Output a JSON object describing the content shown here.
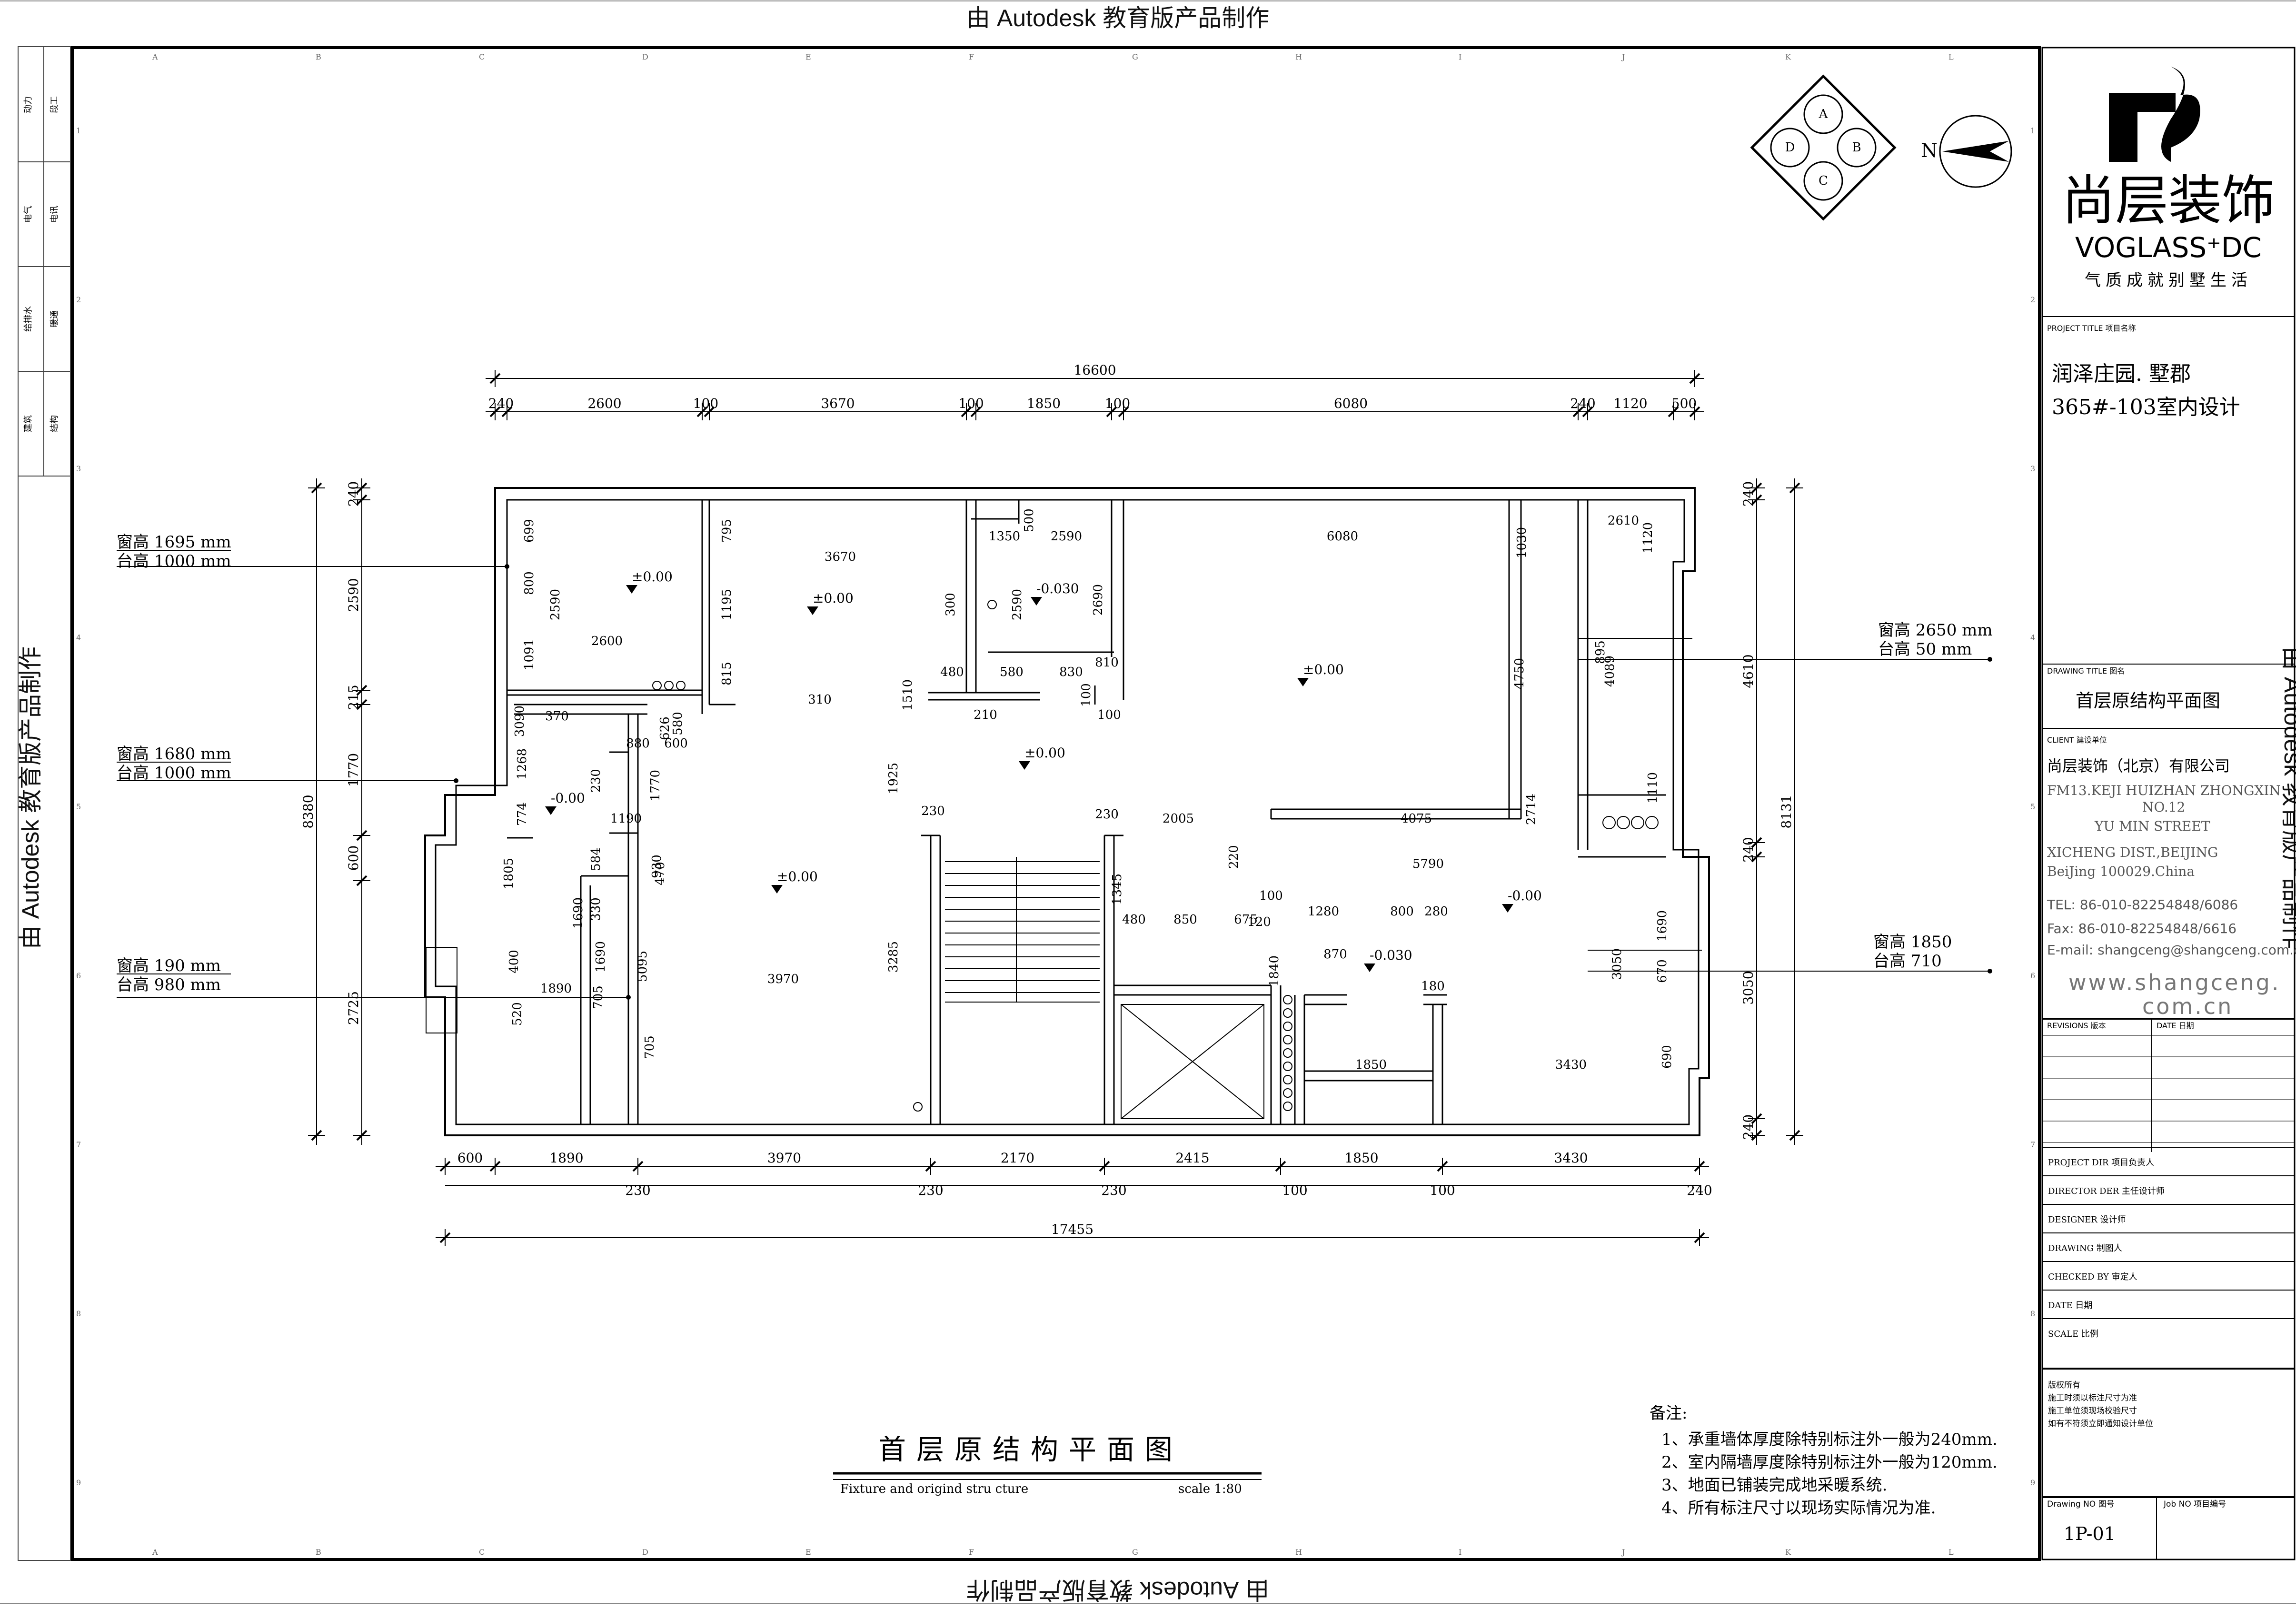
{
  "watermark": "由 Autodesk 教育版产品制作",
  "grid": {
    "columns": [
      "A",
      "B",
      "C",
      "D",
      "E",
      "F",
      "G",
      "H",
      "I",
      "J",
      "K",
      "L"
    ],
    "rows": [
      "1",
      "2",
      "3",
      "4",
      "5",
      "6",
      "7",
      "8",
      "9"
    ]
  },
  "left_strip": [
    "动力",
    "段工",
    "电气",
    "电讯",
    "给排水",
    "暖通",
    "建筑",
    "结构"
  ],
  "compass": {
    "quadrants": [
      "A",
      "B",
      "C",
      "D"
    ],
    "north": "N"
  },
  "title_block": {
    "brand_cn": "尚层装饰",
    "brand_en": "VOGLASS⁺DC",
    "slogan": "气质成就别墅生活",
    "project_title_label": "PROJECT TITLE 项目名称",
    "project_title_line1": "润泽庄园. 墅郡",
    "project_title_line2": "365#-103室内设计",
    "drawing_title_label": "DRAWING TITLE 图名",
    "drawing_title": "首层原结构平面图",
    "client_label": "CLIENT 建设单位",
    "client_name": "尚层装饰（北京）有限公司",
    "address": [
      "FM13.KEJI HUIZHAN ZHONGXIN",
      "NO.12",
      "YU MIN STREET",
      "XICHENG DIST.,BEIJING",
      "BeiJing 100029.China"
    ],
    "tel": "TEL: 86-010-82254848/6086",
    "fax": "Fax: 86-010-82254848/6616",
    "email": "E-mail: shangceng@shangceng.com.cn",
    "website_line1": "www.shangceng.",
    "website_line2": "com.cn",
    "revisions_label": "REVISIONS 版本",
    "date_label": "DATE 日期",
    "fields": [
      "PROJECT DIR 项目负责人",
      "DIRECTOR DER 主任设计师",
      "DESIGNER 设计师",
      "DRAWING 制图人",
      "CHECKED BY 审定人",
      "DATE 日期",
      "SCALE 比例"
    ],
    "copyright": [
      "版权所有",
      "施工时须以标注尺寸为准",
      "施工单位须现场校验尺寸",
      "如有不符须立即通知设计单位"
    ],
    "drawing_no_label": "Drawing NO 图号",
    "job_no_label": "Job NO 项目编号",
    "drawing_no": "1P-01"
  },
  "plan": {
    "title_cn": "首层原结构平面图",
    "title_en": "Fixture and origind stru cture",
    "scale": "scale 1:80",
    "overall_top": "16600",
    "overall_bottom": "17455",
    "overall_left": "8380",
    "overall_right": "8131",
    "top_dims": [
      "240",
      "2600",
      "100",
      "3670",
      "100",
      "1850",
      "100",
      "6080",
      "240",
      "1120",
      "500"
    ],
    "bottom_dims": [
      "600",
      "1890",
      "3970",
      "2170",
      "2415",
      "1850",
      "3430"
    ],
    "bottom_dims_2": [
      "230",
      "230",
      "230",
      "100",
      "100",
      "240"
    ],
    "left_dims": [
      "240",
      "2590",
      "215",
      "1770",
      "600",
      "2725"
    ],
    "right_dims": [
      "240",
      "4610",
      "240",
      "3050",
      "240"
    ],
    "windows": [
      {
        "h": "窗高 1695 mm",
        "s": "台高 1000 mm"
      },
      {
        "h": "窗高 1680 mm",
        "s": "台高 1000 mm"
      },
      {
        "h": "窗高 190  mm",
        "s": "台高 980  mm"
      },
      {
        "h": "窗高 2650 mm",
        "s": "台高 50   mm"
      },
      {
        "h": "窗高 1850",
        "s": "台高 710"
      }
    ],
    "levels": [
      "±0.00",
      "±0.00",
      "-0.030",
      "±0.00",
      "±0.00",
      "-0.00",
      "±0.00",
      "-0.030",
      "-0.00"
    ],
    "inner_dims": [
      "699",
      "800",
      "1091",
      "795",
      "1195",
      "815",
      "3670",
      "2600",
      "2590",
      "300",
      "500",
      "1350",
      "2590",
      "2590",
      "2690",
      "6080",
      "1030",
      "4750",
      "2610",
      "1120",
      "895",
      "4089",
      "2714",
      "1110",
      "480",
      "580",
      "830",
      "810",
      "210",
      "1510",
      "100",
      "100",
      "310",
      "3090",
      "370",
      "1268",
      "774",
      "626",
      "580",
      "600",
      "880",
      "230",
      "1770",
      "1190",
      "470",
      "584",
      "930",
      "330",
      "1690",
      "5095",
      "1690",
      "705",
      "705",
      "1805",
      "400",
      "520",
      "1890",
      "3970",
      "1925",
      "3285",
      "230",
      "230",
      "2005",
      "4075",
      "220",
      "5790",
      "1345",
      "480",
      "850",
      "675",
      "100",
      "120",
      "1280",
      "800",
      "280",
      "870",
      "180",
      "1840",
      "1850",
      "3430",
      "3050",
      "1690",
      "670",
      "690"
    ]
  },
  "notes": {
    "heading": "备注:",
    "items": [
      "1、承重墙体厚度除特别标注外一般为240mm.",
      "2、室内隔墙厚度除特别标注外一般为120mm.",
      "3、地面已铺装完成地采暖系统.",
      "4、所有标注尺寸以现场实际情况为准."
    ]
  }
}
